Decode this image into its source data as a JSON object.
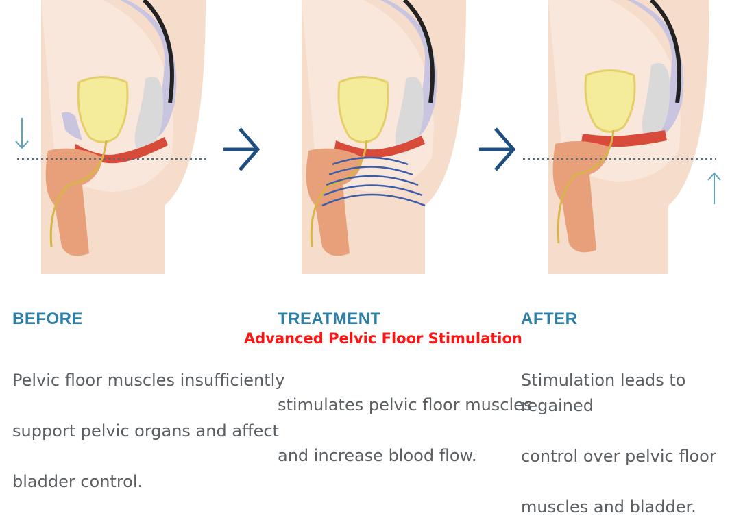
{
  "panels": [
    {
      "id": "before",
      "heading": "BEFORE",
      "lines": [
        "Pelvic floor muscles insufficiently",
        "support pelvic organs and affect",
        "bladder control."
      ]
    },
    {
      "id": "treatment",
      "heading": "TREATMENT",
      "lines": [
        "stimulates pelvic floor muscles",
        "and increase blood flow."
      ]
    },
    {
      "id": "after",
      "heading": "AFTER",
      "lines": [
        "Stimulation leads to regained",
        "control over pelvic floor",
        "muscles and bladder."
      ]
    }
  ],
  "overlay_label": "Advanced Pelvic Floor Stimulation",
  "colors": {
    "heading": "#2c7fa6",
    "body_text": "#5a5f63",
    "overlay_label": "#ff1414",
    "arrow": "#1f4f80",
    "skin": "#f2cfb8",
    "muscle": "#d84a3a",
    "bladder": "#f4ec9a",
    "spine": "#c9c5e0",
    "waves": "#3b5da8"
  },
  "icons": [
    "flow-arrow-icon",
    "down-arrow-icon",
    "up-arrow-icon"
  ]
}
